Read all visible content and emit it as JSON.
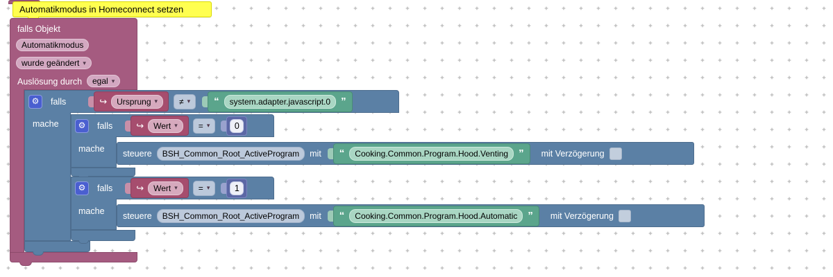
{
  "comment": {
    "text": "Automatikmodus in Homeconnect setzen"
  },
  "trigger": {
    "title": "falls Objekt",
    "oid": "Automatikmodus",
    "change": "wurde geändert",
    "condition_label": "Auslösung durch",
    "condition_value": "egal"
  },
  "icons": {
    "gear": "⚙",
    "value_arrow": "↪",
    "dropdown_arrow": "▾",
    "quote_open": "“",
    "quote_close": "”"
  },
  "outer_if": {
    "keyword": "falls",
    "do_label": "mache",
    "field": "Ursprung",
    "operator": "≠",
    "value": "system.adapter.javascript.0"
  },
  "inner_if_0": {
    "keyword": "falls",
    "do_label": "mache",
    "field": "Wert",
    "operator": "=",
    "value": "0",
    "action": {
      "verb": "steuere",
      "oid": "BSH_Common_Root_ActiveProgram",
      "with_label": "mit",
      "value": "Cooking.Common.Program.Hood.Venting",
      "delay_label": "mit Verzögerung"
    }
  },
  "inner_if_1": {
    "keyword": "falls",
    "do_label": "mache",
    "field": "Wert",
    "operator": "=",
    "value": "1",
    "action": {
      "verb": "steuere",
      "oid": "BSH_Common_Root_ActiveProgram",
      "with_label": "mit",
      "value": "Cooking.Common.Program.Hood.Automatic",
      "delay_label": "mit Verzögerung"
    }
  },
  "colors": {
    "trigger_block": "#a55b80",
    "logic_block": "#5b80a5",
    "string_block": "#5ba58c",
    "value_block": "#a64d6e",
    "math_block": "#5b67a5",
    "comment_bg": "#ffff50"
  }
}
